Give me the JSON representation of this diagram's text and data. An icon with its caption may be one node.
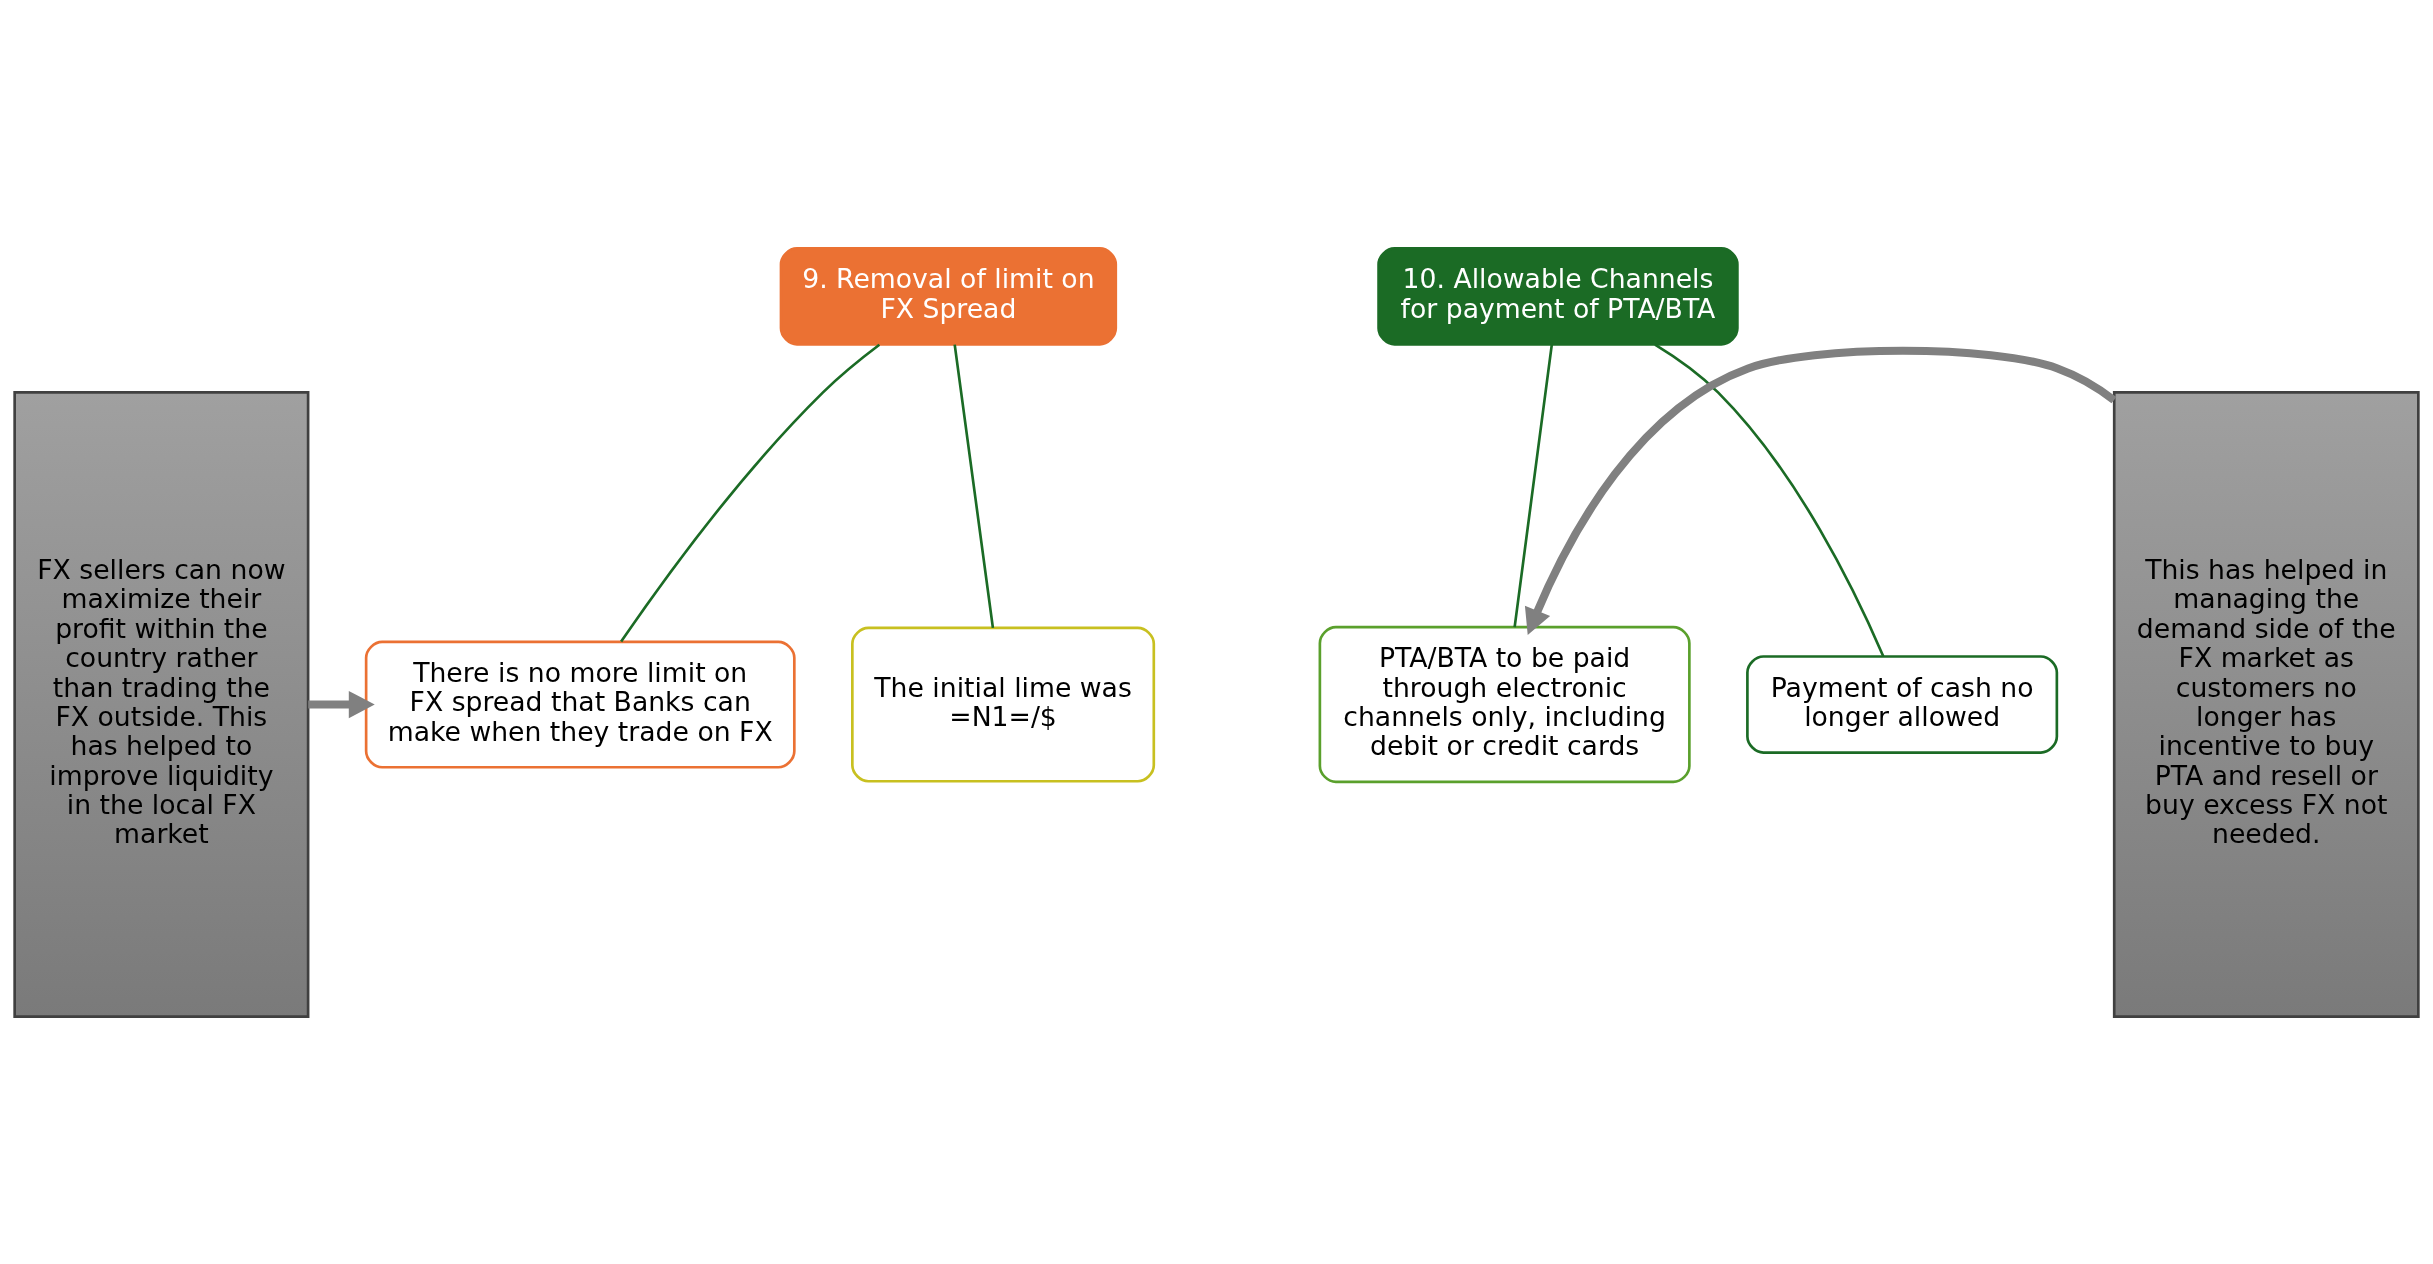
{
  "diagram": {
    "nodes": [
      {
        "text": [
          "FX sellers can now maximize their profit within the country rather than trading the FX outside. This has helped to improve liquidity in the local FX market"
        ]
      },
      {
        "text": [
          "9. Removal of limit on FX Spread"
        ]
      },
      {
        "text": [
          "There is no more limit on FX spread that Banks can make when they trade on FX"
        ]
      },
      {
        "text": [
          "The initial lime was =N1=/$"
        ]
      },
      {
        "text": [
          "10. Allowable Channels for payment of PTA/BTA"
        ]
      },
      {
        "text": [
          "PTA/BTA to be paid through electronic channels only, including debit or credit cards"
        ]
      },
      {
        "text": [
          "Payment of cash no longer allowed"
        ]
      },
      {
        "text": [
          "This has helped in managing the demand side of the FX market as customers no longer has incentive to buy PTA and resell or buy excess FX not needed."
        ]
      }
    ],
    "edges": [
      {
        "from": 1,
        "to": 2,
        "arrow": "none"
      },
      {
        "from": 1,
        "to": 3,
        "arrow": "none"
      },
      {
        "from": 4,
        "to": 5,
        "arrow": "none"
      },
      {
        "from": 4,
        "to": 6,
        "arrow": "none"
      },
      {
        "from": 0,
        "to": 2,
        "arrow": "to",
        "style": "thick",
        "color": "#808080"
      },
      {
        "from": 7,
        "to": 5,
        "arrow": "to",
        "style": "thick",
        "color": "#808080"
      }
    ]
  }
}
